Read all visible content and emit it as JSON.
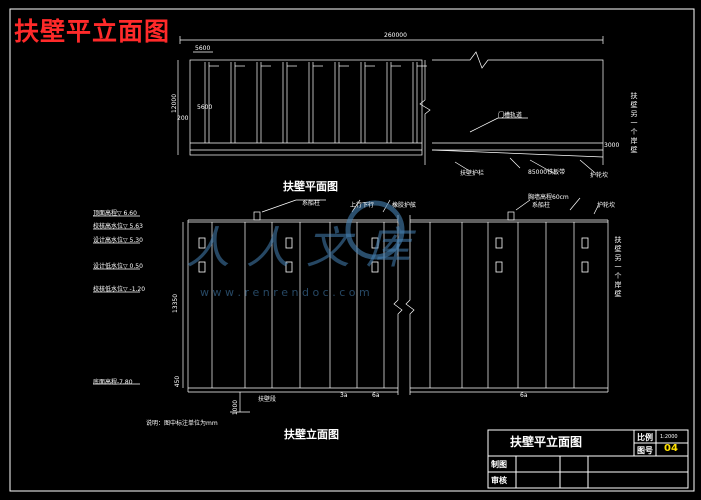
{
  "drawing": {
    "main_title": "扶壁平立面图",
    "plan_view": {
      "caption": "扶壁平面图",
      "total_dim": "260000",
      "dim_top_left": "5600",
      "dim_left_height": "12000",
      "dim_left_small": "200",
      "dim_mid": "5600",
      "dim_right": "3000",
      "labels": {
        "gate_slot": "门槽轨道",
        "rail": "扶壁护栏",
        "strip": "85000铁板带",
        "guard": "护轮坎"
      },
      "side_note": "扶壁另一个岸壁"
    },
    "elevation_view": {
      "caption": "扶壁立面图",
      "dim_height": "13350",
      "dim_bottom_left": "1000",
      "dim_bottom_small": "450",
      "levels": [
        {
          "label": "顶面高程",
          "value": "6.60"
        },
        {
          "label": "校核高水位",
          "value": "5.63"
        },
        {
          "label": "设计高水位",
          "value": "5.30"
        },
        {
          "label": "设计低水位",
          "value": "0.50"
        },
        {
          "label": "校核低水位",
          "value": "-1.20"
        },
        {
          "label": "底面高程",
          "value": "-7.80"
        }
      ],
      "labels": {
        "bollard": "系船柱",
        "ladder": "上行下行",
        "fender": "橡胶护舷",
        "section": "扶壁段",
        "beam": "胸墙高程60cm",
        "bollard2": "系船柱",
        "guard": "护轮坎",
        "piece_a": "6a",
        "piece_b": "3a",
        "piece_c": "6a"
      },
      "note": "说明：图中标注单位为mm",
      "side_note": "扶壁另一个岸壁"
    },
    "title_block": {
      "drawing_name": "扶壁平立面图",
      "scale_label": "比例",
      "scale_value": "1:2000",
      "sheet_label": "图号",
      "sheet_value": "04",
      "drawn_label": "制图",
      "checked_label": "审核"
    },
    "watermark": {
      "text": "人人文库",
      "url": "w w w . r e n r e n d o c . c o m"
    }
  }
}
